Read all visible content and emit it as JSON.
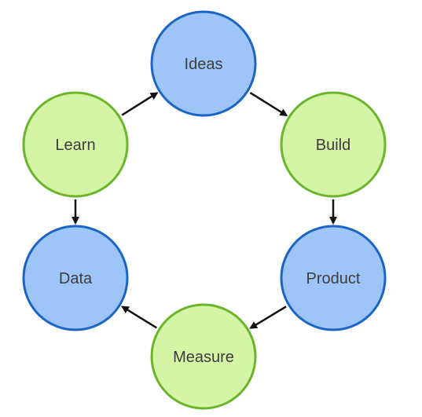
{
  "colors": {
    "blue_fill": "#9ec5f8",
    "blue_stroke": "#1c64c4",
    "green_fill": "#d4f4a6",
    "green_stroke": "#6cb52a",
    "arrow": "#111111",
    "label": "#3d3d3d"
  },
  "nodes": [
    {
      "id": "ideas",
      "label": "Ideas",
      "color": "blue"
    },
    {
      "id": "build",
      "label": "Build",
      "color": "green"
    },
    {
      "id": "product",
      "label": "Product",
      "color": "blue"
    },
    {
      "id": "measure",
      "label": "Measure",
      "color": "green"
    },
    {
      "id": "data",
      "label": "Data",
      "color": "blue"
    },
    {
      "id": "learn",
      "label": "Learn",
      "color": "green"
    }
  ],
  "edges": [
    {
      "from": "ideas",
      "to": "build"
    },
    {
      "from": "build",
      "to": "product"
    },
    {
      "from": "product",
      "to": "measure"
    },
    {
      "from": "measure",
      "to": "data"
    },
    {
      "from": "learn",
      "to": "data"
    },
    {
      "from": "learn",
      "to": "ideas"
    }
  ]
}
